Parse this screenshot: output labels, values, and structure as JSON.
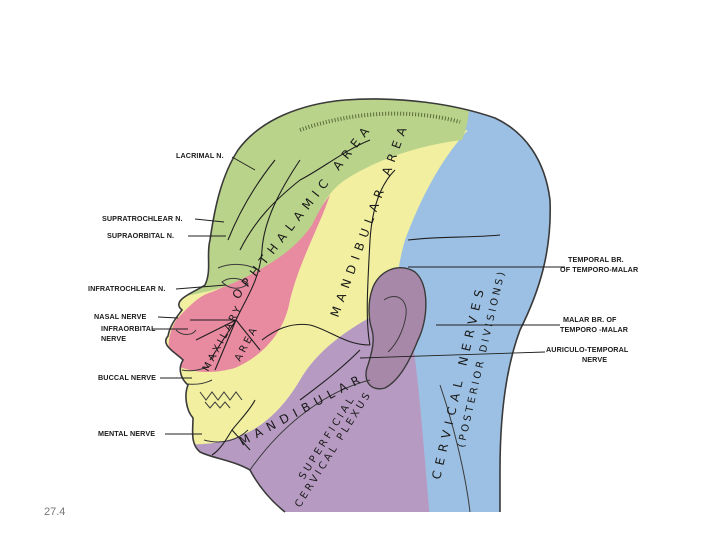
{
  "slide_number": "27.4",
  "labels": {
    "lacrimal": "LACRIMAL N.",
    "supratrochlear": "SUPRATROCHLEAR N.",
    "supraorbital": "SUPRAORBITAL N.",
    "infratrochlear": "INFRATROCHLEAR N.",
    "nasal": "NASAL NERVE",
    "infraorbital_1": "INFRAORBITAL",
    "infraorbital_2": "NERVE",
    "buccal": "BUCCAL NERVE",
    "mental": "MENTAL NERVE",
    "temporal_1": "TEMPORAL BR.",
    "temporal_2": "OF TEMPORO-MALAR",
    "malar_1": "MALAR BR. OF",
    "malar_2": "TEMPORO -MALAR",
    "auriculo_1": "AURICULO-TEMPORAL",
    "auriculo_2": "NERVE"
  },
  "areas": {
    "ophthalmic": "OPHTHALAMIC AREA",
    "maxillary_1": "MAXILARY",
    "maxillary_2": "AREA",
    "mandibular_1": "MANDIBULAR AREA",
    "mandibular_2": "MANDIBULAR",
    "superficial": "SUPERFICIAL",
    "cervical_plexus": "CERVICAL PLEXUS",
    "cervical_nerves": "CERVICAL NERVES",
    "posterior": "(POSTERIOR DIVISIONS)"
  },
  "colors": {
    "ophthalmic": "#b9d38a",
    "maxillary": "#e88aa0",
    "mandibular": "#f2f0a0",
    "superficial": "#b79ac2",
    "cervical": "#9cc0e3",
    "ear": "#a888a8",
    "outline": "#3a3a3a"
  }
}
